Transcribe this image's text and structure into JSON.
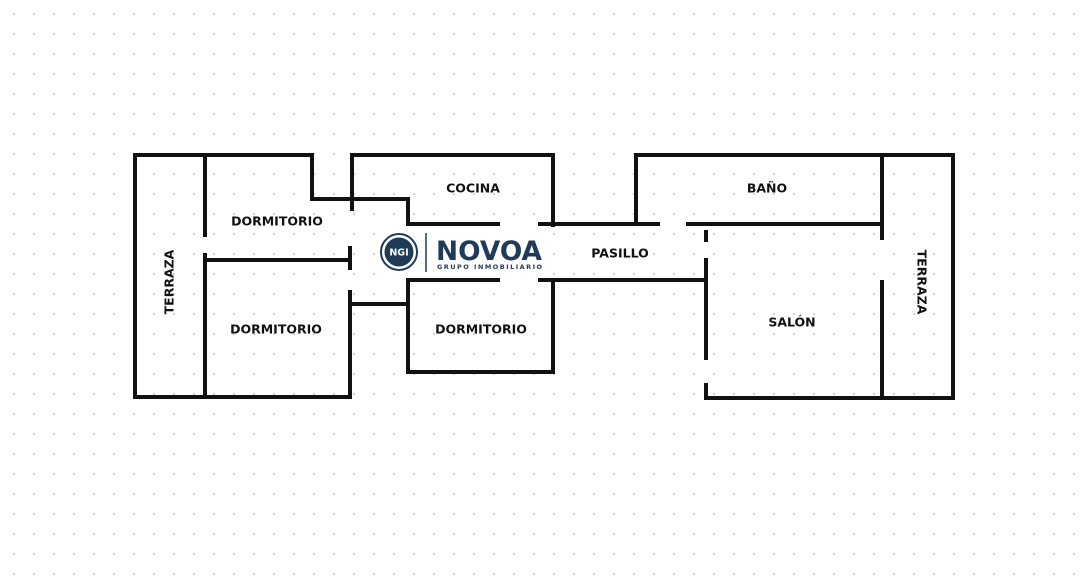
{
  "rooms": {
    "terraza_left": "TERRAZA",
    "dormitorio_top": "DORMITORIO",
    "dormitorio_bottom": "DORMITORIO",
    "cocina": "COCINA",
    "dormitorio_center": "DORMITORIO",
    "pasillo": "PASILLO",
    "bano": "BAÑO",
    "salon": "SALÓN",
    "terraza_right": "TERRAZA"
  },
  "logo": {
    "emblem": "NGI",
    "name": "NOVOA",
    "tagline": "GRUPO INMOBILIARIO",
    "color": "#1f3b57"
  },
  "colors": {
    "walls": "#111111",
    "background": "#ffffff",
    "grid_dots": "#cfcfcf"
  }
}
